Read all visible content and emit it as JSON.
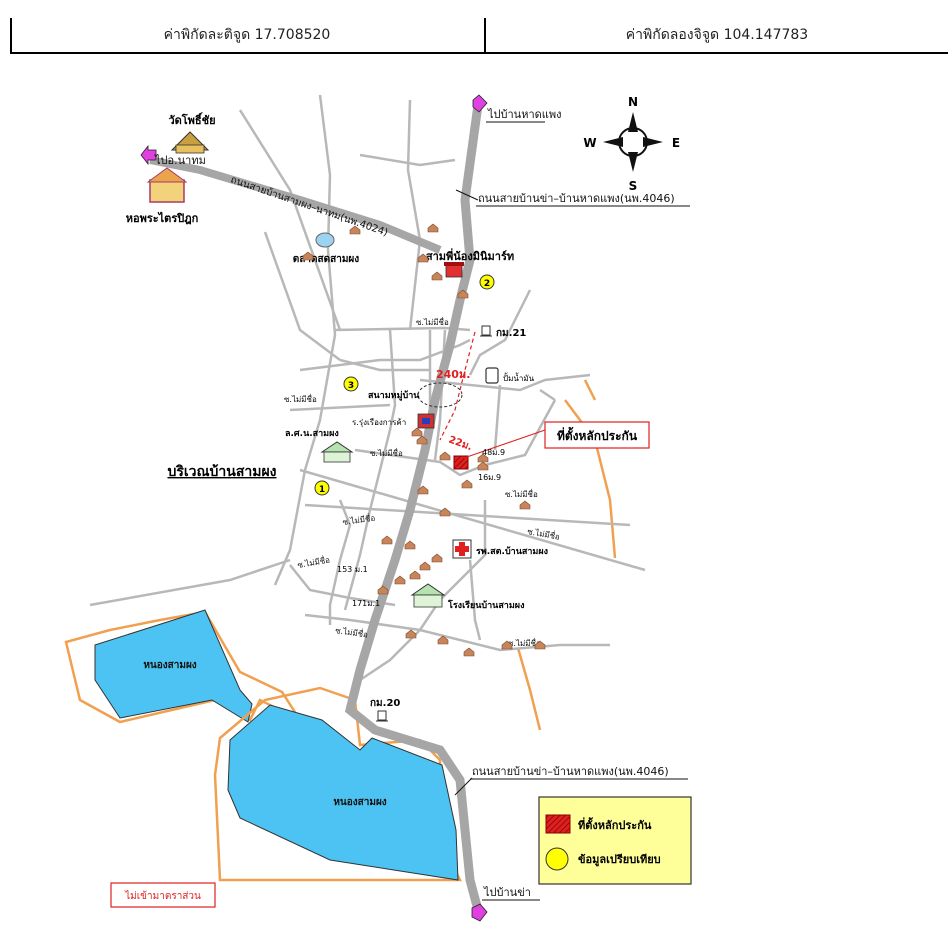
{
  "coordinates": {
    "latitude_text": "ค่าพิกัดละติจูด 17.708520",
    "longitude_text": "ค่าพิกัดลองจิจูด 104.147783"
  },
  "compass": {
    "n": "N",
    "s": "S",
    "e": "E",
    "w": "W"
  },
  "labels": {
    "to_ban_hat_phaeng": "ไปบ้านหาดแพง",
    "to_amphoe_na_thom": "ไปอ.นาทม",
    "to_ban_kha": "ไปบ้านข่า",
    "road_top": "ถนนสายบ้านข่า–บ้านหาดแพง(นพ.4046)",
    "road_bottom": "ถนนสายบ้านข่า–บ้านหาดแพง(นพ.4046)",
    "road_diag": "ถนนสายบ้านสามผง–นาทม(นพ.4024)",
    "wat": "วัดโพธิ์ชัย",
    "ho_trai": "หอพระไตรปิฎก",
    "market": "ตลาดสดสามผง",
    "mini_mart": "สามพี่น้องมินิมาร์ท",
    "km21": "กม.21",
    "km20": "กม.20",
    "gas_station": "ปั้มน้ำมัน",
    "village_field": "สนามหมู่บ้าน",
    "dist_240": "240ม.",
    "dist_22": "22ม.",
    "shop": "ร.รุ่งเรืองการค้า",
    "school_ls": "ล.ศ.น.สามผง",
    "area_name": "บริเวณบ้านสามผง",
    "hospital": "รพ.สต.บ้านสามผง",
    "school": "โรงเรียนบ้านสามผง",
    "pond_left": "หนองสามผง",
    "pond_bottom": "หนองสามผง",
    "house_48": "48ม.9",
    "house_16": "16ม.9",
    "house_153": "153 ม.1",
    "house_171": "171ม.1",
    "soi": "ซ.ไม่มีชื่อ",
    "marker_1": "1",
    "marker_2": "2",
    "marker_3": "3",
    "collateral_callout": "ที่ตั้งหลักประกัน",
    "not_to_scale": "ไม่เข้ามาตราส่วน"
  },
  "legend": {
    "collateral": "ที่ตั้งหลักประกัน",
    "comparison": "ข้อมูลเปรียบเทียบ"
  },
  "colors": {
    "main_road": "#a6a6a6",
    "water": "#4cc3f2",
    "pond_border": "#f0a050",
    "collateral": "#e02020",
    "comparison_marker": "#ffff00",
    "legend_bg": "#ffff99",
    "arrow_pink": "#e040e0"
  }
}
